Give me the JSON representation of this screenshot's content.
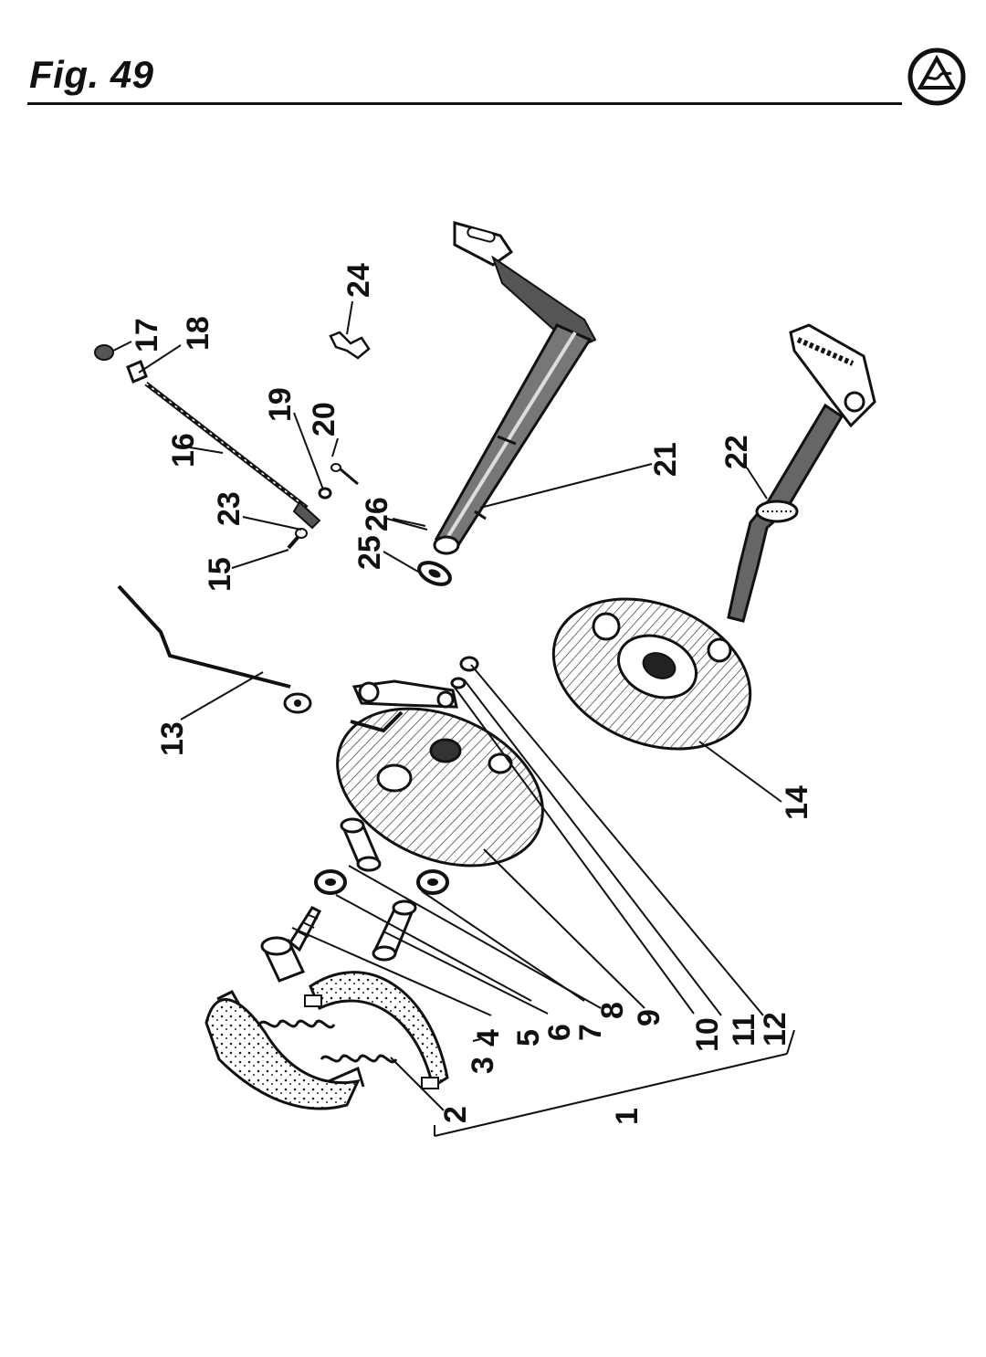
{
  "figure": {
    "title": "Fig. 49"
  },
  "logo": {
    "icon": "brand-emblem-icon"
  },
  "callouts": [
    {
      "id": "1",
      "text": "1"
    },
    {
      "id": "2",
      "text": "2"
    },
    {
      "id": "3",
      "text": "3"
    },
    {
      "id": "4",
      "text": "4"
    },
    {
      "id": "5",
      "text": "5"
    },
    {
      "id": "6",
      "text": "6"
    },
    {
      "id": "7",
      "text": "7"
    },
    {
      "id": "8",
      "text": "8"
    },
    {
      "id": "9",
      "text": "9"
    },
    {
      "id": "10",
      "text": "10"
    },
    {
      "id": "11",
      "text": "11"
    },
    {
      "id": "12",
      "text": "12"
    },
    {
      "id": "13",
      "text": "13"
    },
    {
      "id": "14",
      "text": "14"
    },
    {
      "id": "15",
      "text": "15"
    },
    {
      "id": "16",
      "text": "16"
    },
    {
      "id": "17",
      "text": "17"
    },
    {
      "id": "18",
      "text": "18"
    },
    {
      "id": "19",
      "text": "19"
    },
    {
      "id": "20",
      "text": "20"
    },
    {
      "id": "21",
      "text": "21"
    },
    {
      "id": "22",
      "text": "22"
    },
    {
      "id": "23",
      "text": "23"
    },
    {
      "id": "24",
      "text": "24"
    },
    {
      "id": "25",
      "text": "25"
    },
    {
      "id": "26",
      "text": "26"
    }
  ]
}
